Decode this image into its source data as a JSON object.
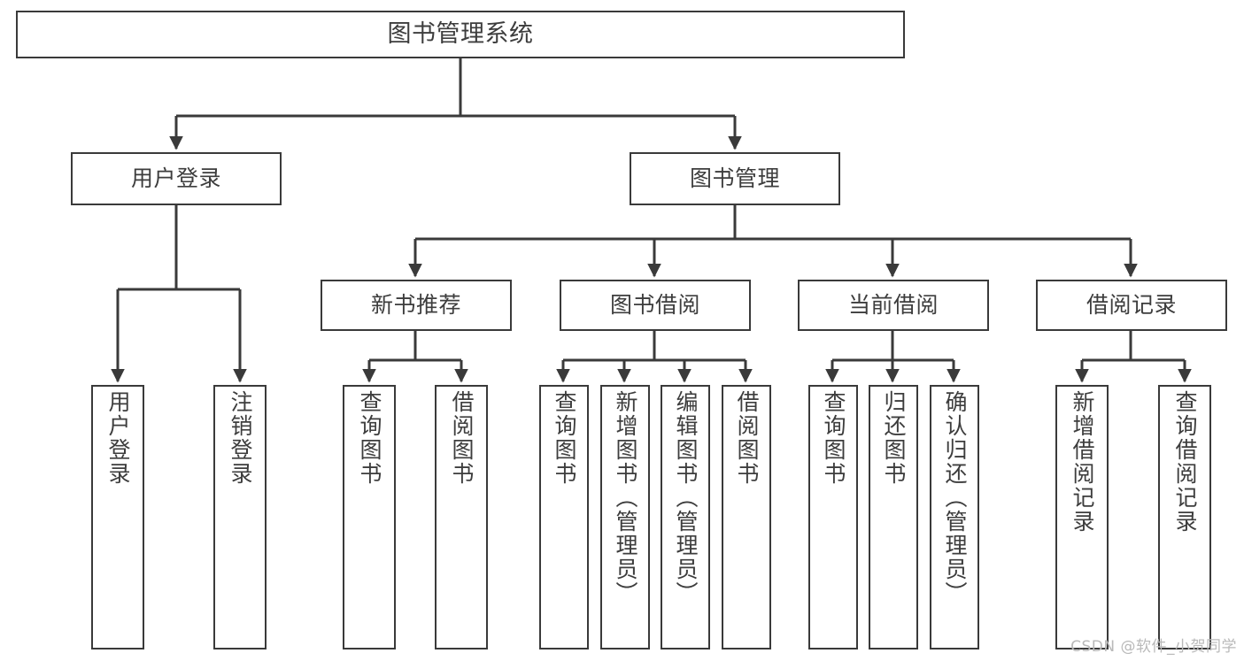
{
  "diagram": {
    "title": "图书管理系统",
    "watermark": "CSDN @软件_小贺同学",
    "line_color": "#3a3a3a",
    "text_color": "#3d3d3d",
    "background": "#ffffff"
  },
  "chart_data": {
    "type": "diagram",
    "subtype": "tree-hierarchy-functional-structure",
    "title": "图书管理系统",
    "root": {
      "id": "root",
      "label": "图书管理系统",
      "children": [
        {
          "id": "user-login",
          "label": "用户登录",
          "children": [
            {
              "id": "user-login-action",
              "label": "用户登录"
            },
            {
              "id": "user-logout-action",
              "label": "注销登录"
            }
          ]
        },
        {
          "id": "book-management",
          "label": "图书管理",
          "children": [
            {
              "id": "new-book-recommend",
              "label": "新书推荐",
              "children": [
                {
                  "id": "query-book-1",
                  "label": "查询图书"
                },
                {
                  "id": "borrow-book-1",
                  "label": "借阅图书"
                }
              ]
            },
            {
              "id": "book-borrow",
              "label": "图书借阅",
              "children": [
                {
                  "id": "query-book-2",
                  "label": "查询图书"
                },
                {
                  "id": "add-book-admin",
                  "label": "新增图书（管理员）"
                },
                {
                  "id": "edit-book-admin",
                  "label": "编辑图书（管理员）"
                },
                {
                  "id": "borrow-book-2",
                  "label": "借阅图书"
                }
              ]
            },
            {
              "id": "current-borrow",
              "label": "当前借阅",
              "children": [
                {
                  "id": "query-book-3",
                  "label": "查询图书"
                },
                {
                  "id": "return-book",
                  "label": "归还图书"
                },
                {
                  "id": "confirm-return-admin",
                  "label": "确认归还（管理员）"
                }
              ]
            },
            {
              "id": "borrow-records",
              "label": "借阅记录",
              "children": [
                {
                  "id": "add-borrow-record",
                  "label": "新增借阅记录"
                },
                {
                  "id": "query-borrow-record",
                  "label": "查询借阅记录"
                }
              ]
            }
          ]
        }
      ]
    }
  },
  "nodes": {
    "root": {
      "label": "图书管理系统"
    },
    "level2": [
      {
        "label": "用户登录"
      },
      {
        "label": "图书管理"
      }
    ],
    "level3": [
      {
        "label": "新书推荐"
      },
      {
        "label": "图书借阅"
      },
      {
        "label": "当前借阅"
      },
      {
        "label": "借阅记录"
      }
    ],
    "leaves": [
      {
        "label": "用户登录"
      },
      {
        "label": "注销登录"
      },
      {
        "label": "查询图书"
      },
      {
        "label": "借阅图书"
      },
      {
        "label": "查询图书"
      },
      {
        "label": "新增图书（管理员）"
      },
      {
        "label": "编辑图书（管理员）"
      },
      {
        "label": "借阅图书"
      },
      {
        "label": "查询图书"
      },
      {
        "label": "归还图书"
      },
      {
        "label": "确认归还（管理员）"
      },
      {
        "label": "新增借阅记录"
      },
      {
        "label": "查询借阅记录"
      }
    ]
  }
}
